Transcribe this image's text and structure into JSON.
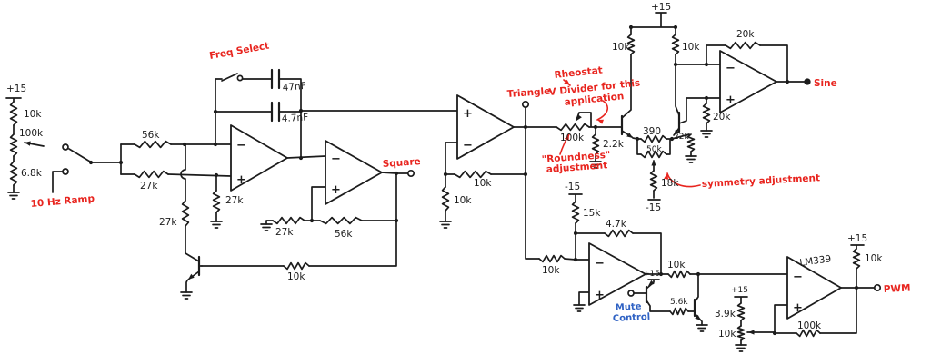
{
  "colors": {
    "ink": "#1c1c1c",
    "annotation_red": "#e8251f",
    "annotation_blue": "#2f62c4",
    "paper": "#ffffff"
  },
  "signals": {
    "ramp_input": "10 Hz Ramp",
    "square_output": "Square",
    "triangle_output": "Triangle",
    "sine_output": "Sine",
    "pwm_output": "PWM",
    "mute_line1": "Mute",
    "mute_line2": "Control"
  },
  "annotations": {
    "freq_select": "Freq Select",
    "rheostat": "Rheostat",
    "divider_line1": "V Divider for this",
    "divider_line2": "application",
    "roundness_line1": "\"Roundness\"",
    "roundness_line2": "adjustment",
    "symmetry": "symmetry adjustment"
  },
  "power": {
    "p15": "+15",
    "m15": "-15"
  },
  "ic": {
    "comparator": "LM339"
  },
  "values": {
    "r10k": "10k",
    "r100k": "100k",
    "r6_8k": "6.8k",
    "r56k": "56k",
    "r27k": "27k",
    "c47n": "47nF",
    "c4_7n": "4.7nF",
    "r2_2k": "2.2k",
    "r390": "390",
    "r50k": "50k",
    "r18k": "18k",
    "r22k": "22k",
    "r20k": "20k",
    "r15k": "15k",
    "r4_7k": "4.7k",
    "r5_6k": "5.6k",
    "r3_9k": "3.9k"
  },
  "symbols": {
    "minus": "−",
    "plus": "+"
  }
}
